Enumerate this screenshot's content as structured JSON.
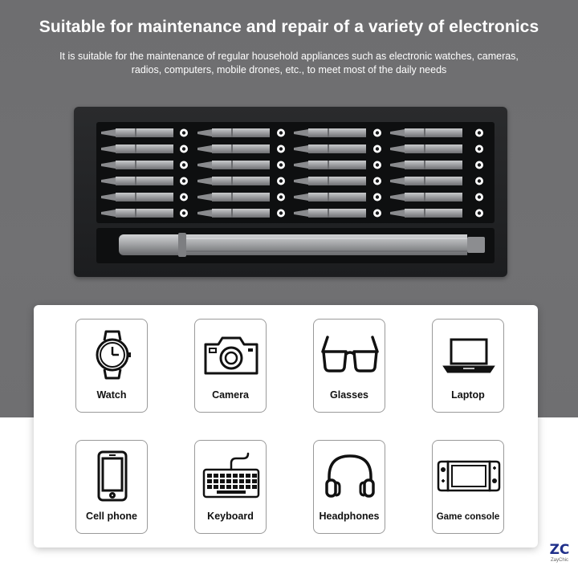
{
  "header": {
    "title": "Suitable for maintenance and repair of a variety of electronics",
    "subtitle": "It is suitable for the maintenance of regular household appliances such as electronic watches, cameras, radios, computers, mobile drones, etc., to meet most of the daily needs"
  },
  "devices": [
    {
      "label": "Watch",
      "icon": "watch-icon"
    },
    {
      "label": "Camera",
      "icon": "camera-icon"
    },
    {
      "label": "Glasses",
      "icon": "glasses-icon"
    },
    {
      "label": "Laptop",
      "icon": "laptop-icon"
    },
    {
      "label": "Cell phone",
      "icon": "cell-phone-icon"
    },
    {
      "label": "Keyboard",
      "icon": "keyboard-icon"
    },
    {
      "label": "Headphones",
      "icon": "headphones-icon"
    },
    {
      "label": "Game console",
      "icon": "game-console-icon"
    }
  ],
  "brand": {
    "mark": "ZC",
    "name": "ZayChic"
  },
  "colors": {
    "background_gray": "#707072",
    "case_dark": "#1c1d1f",
    "bit_metal": "#9c9da0",
    "brand_blue": "#1f2f8a"
  }
}
